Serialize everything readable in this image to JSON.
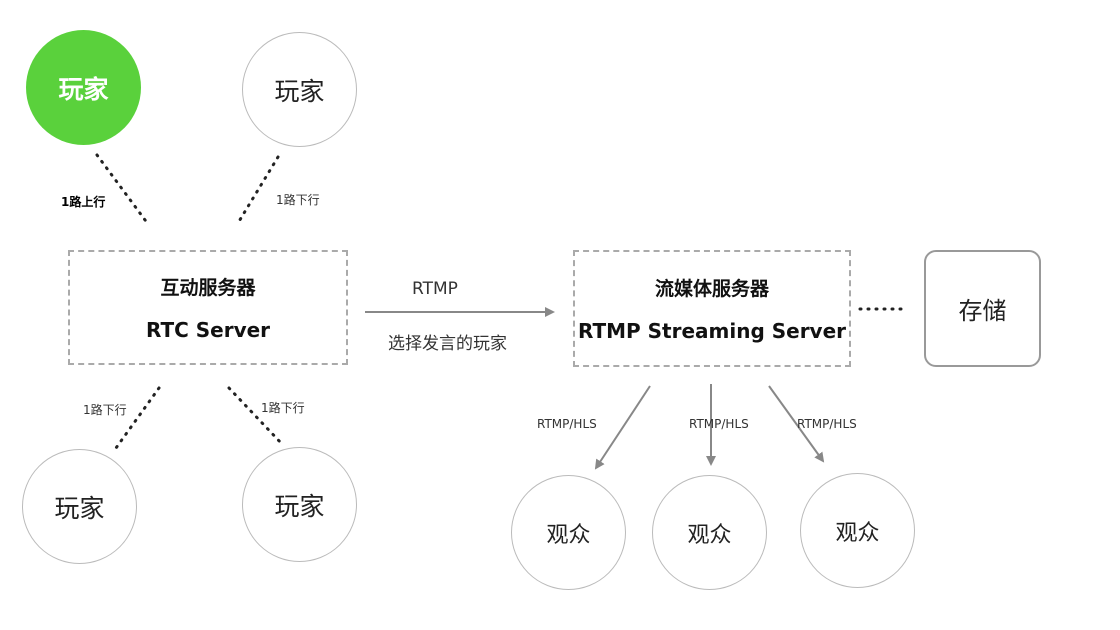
{
  "players": {
    "top_left": "玩家",
    "top_right": "玩家",
    "bottom_left": "玩家",
    "bottom_right": "玩家"
  },
  "rtc_server": {
    "title_cn": "互动服务器",
    "title_en": "RTC Server"
  },
  "links": {
    "uplink": "1路上行",
    "downlink_top_right": "1路下行",
    "downlink_bottom_left": "1路下行",
    "downlink_bottom_right": "1路下行"
  },
  "rtmp_arrow": {
    "top": "RTMP",
    "bottom": "选择发言的玩家"
  },
  "streaming_server": {
    "title_cn": "流媒体服务器",
    "title_en": "RTMP Streaming Server"
  },
  "storage": {
    "label": "存储"
  },
  "distribution": {
    "left": "RTMP/HLS",
    "middle": "RTMP/HLS",
    "right": "RTMP/HLS"
  },
  "viewers": [
    "观众",
    "观众",
    "观众"
  ],
  "colors": {
    "active_player": "#5ad13c",
    "arrow": "#888888",
    "dashed_border": "#aaaaaa"
  }
}
